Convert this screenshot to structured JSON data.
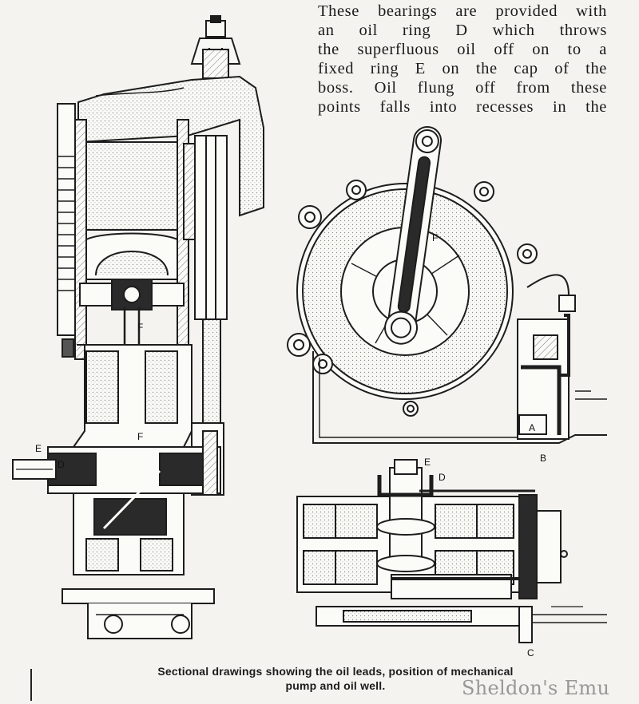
{
  "article": {
    "lines": [
      "These bearings are provided with",
      "an oil ring D which throws",
      "the superfluous oil off on to a",
      "fixed ring E on the cap of the",
      "boss. Oil flung off from these",
      "points falls into recesses in the"
    ]
  },
  "figure": {
    "labels": {
      "E_left": "E",
      "D_left": "D",
      "F_upper": "F",
      "F_lower": "F",
      "F_crank": "F",
      "A_well": "A",
      "B_well": "B",
      "E_plan": "E",
      "D_plan": "D",
      "C_plan": "C"
    },
    "caption_lines": [
      "Sectional drawings showing the oil leads, position of mechanical",
      "pump and oil well."
    ]
  },
  "watermark": {
    "text": "Sheldon's Emu"
  }
}
